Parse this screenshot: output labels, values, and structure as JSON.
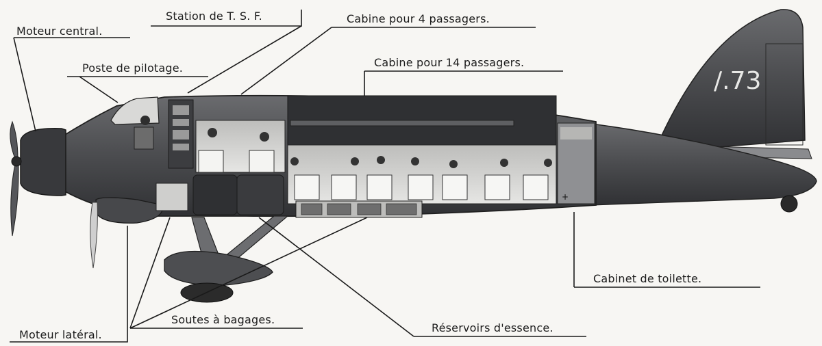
{
  "labels": {
    "moteur_central": "Moteur central.",
    "station_tsf": "Station de T. S. F.",
    "cabine_4": "Cabine pour 4 passagers.",
    "poste_pilotage": "Poste de pilotage.",
    "cabine_14": "Cabine pour 14 passagers.",
    "cabinet_toilette": "Cabinet de toilette.",
    "soutes_bagages": "Soutes à bagages.",
    "reservoirs": "Réservoirs d'essence.",
    "moteur_lateral": "Moteur latéral."
  },
  "aircraft": {
    "tail_marking": "/.73"
  },
  "colors": {
    "background": "#f7f6f3",
    "fuselage": "#4b4c4f",
    "interior": "#d8d8d6",
    "leader_line": "#1a1a1a"
  }
}
